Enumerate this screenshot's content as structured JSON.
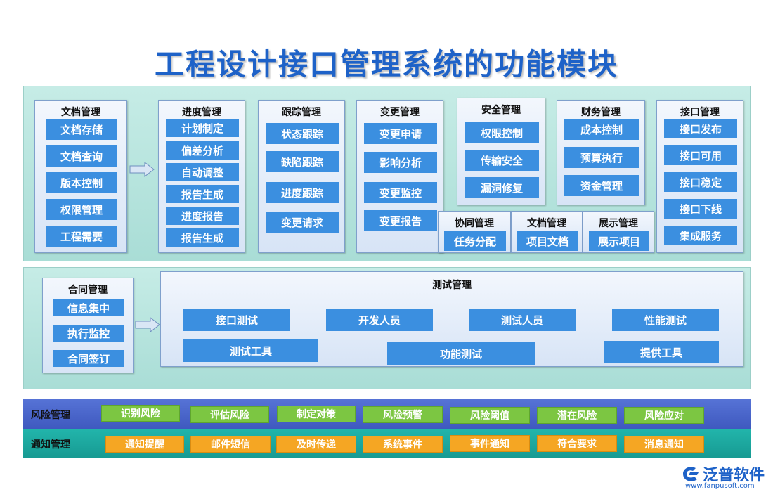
{
  "title": "工程设计接口管理系统的功能模块",
  "modules": {
    "doc": {
      "title": "文档管理",
      "items": [
        "文档存储",
        "文档查询",
        "版本控制",
        "权限管理",
        "工程需要"
      ]
    },
    "progress": {
      "title": "进度管理",
      "items": [
        "计划制定",
        "偏差分析",
        "自动调整",
        "报告生成",
        "进度报告",
        "报告生成"
      ]
    },
    "track": {
      "title": "跟踪管理",
      "items": [
        "状态跟踪",
        "缺陷跟踪",
        "进度跟踪",
        "变更请求"
      ]
    },
    "change": {
      "title": "变更管理",
      "items": [
        "变更申请",
        "影响分析",
        "变更监控",
        "变更报告"
      ]
    },
    "security": {
      "title": "安全管理",
      "items": [
        "权限控制",
        "传输安全",
        "漏洞修复"
      ]
    },
    "finance": {
      "title": "财务管理",
      "items": [
        "成本控制",
        "预算执行",
        "资金管理"
      ]
    },
    "interface": {
      "title": "接口管理",
      "items": [
        "接口发布",
        "接口可用",
        "接口稳定",
        "接口下线",
        "集成服务"
      ]
    },
    "collab": {
      "title": "协同管理",
      "items": [
        "任务分配"
      ]
    },
    "doc2": {
      "title": "文档管理",
      "items": [
        "项目文档"
      ]
    },
    "display": {
      "title": "展示管理",
      "items": [
        "展示项目"
      ]
    },
    "contract": {
      "title": "合同管理",
      "items": [
        "信息集中",
        "执行监控",
        "合同签订"
      ]
    },
    "test": {
      "title": "测试管理",
      "items": [
        "接口测试",
        "开发人员",
        "测试人员",
        "性能测试",
        "测试工具",
        "功能测试",
        "提供工具"
      ]
    }
  },
  "risk": {
    "label": "风险管理",
    "items": [
      "识别风险",
      "评估风险",
      "制定对策",
      "风险预警",
      "风险阈值",
      "潜在风险",
      "风险应对"
    ]
  },
  "notify": {
    "label": "通知管理",
    "items": [
      "通知提醒",
      "邮件短信",
      "及时传递",
      "系统事件",
      "事件通知",
      "符合要求",
      "消息通知"
    ]
  },
  "logo": {
    "name": "泛普软件",
    "url": "www.fanpusoft.com"
  },
  "colors": {
    "title": "#1e62c8",
    "item": "#3b8fe0",
    "risk_item": "#7cc642",
    "notify_item": "#f5a623",
    "risk_bar": "#4a63c8",
    "notify_bar": "#20a8a0"
  }
}
